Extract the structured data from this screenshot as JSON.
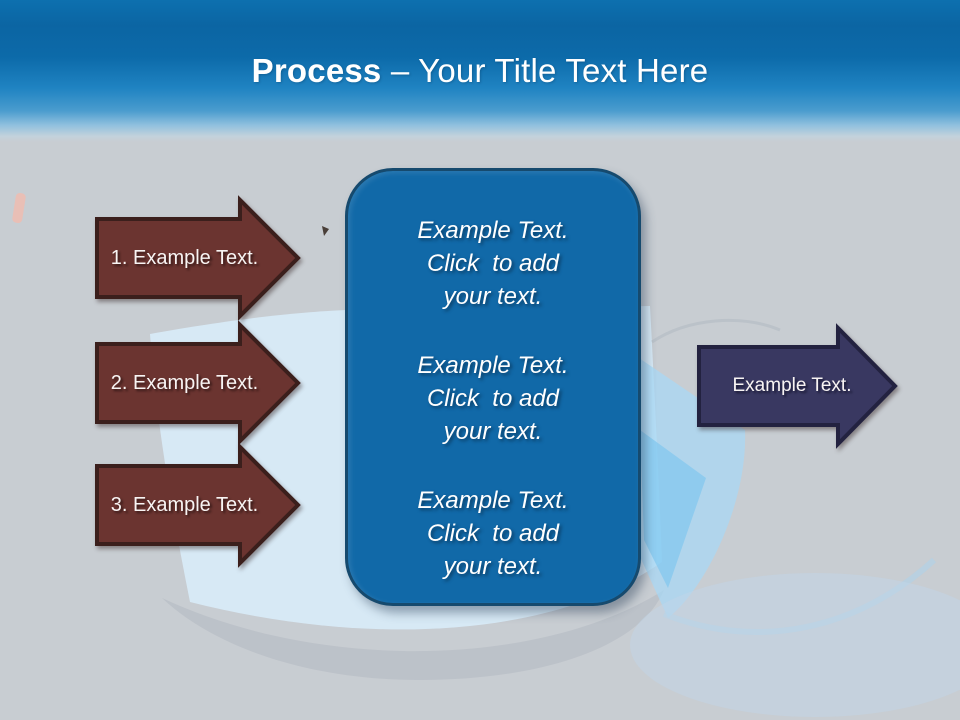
{
  "title": {
    "emphasis": "Process",
    "rest": "– Your Title Text Here"
  },
  "left_arrows": [
    {
      "label": "1. Example Text."
    },
    {
      "label": "2. Example Text."
    },
    {
      "label": "3. Example Text."
    }
  ],
  "center_box": {
    "blocks": [
      {
        "lines": [
          "Example Text.",
          "Click  to add",
          "your text."
        ]
      },
      {
        "lines": [
          "Example Text.",
          "Click  to add",
          "your text."
        ]
      },
      {
        "lines": [
          "Example Text.",
          "Click  to add",
          "your text."
        ]
      }
    ]
  },
  "right_arrow": {
    "label": "Example Text."
  },
  "colors": {
    "header_top": "#0d70af",
    "header_mid": "#0b65a3",
    "header_light": "#8fc0de",
    "background": "#c8cdd2",
    "box_fill": "#1169a8",
    "box_border": "#164a6e",
    "arrow_maroon_fill": "#6b3430",
    "arrow_maroon_border": "#3b1f1c",
    "arrow_navy_fill": "#393861",
    "arrow_navy_border": "#232240",
    "text_white": "#ffffff",
    "faint_image_blue": "#d9edfb"
  }
}
